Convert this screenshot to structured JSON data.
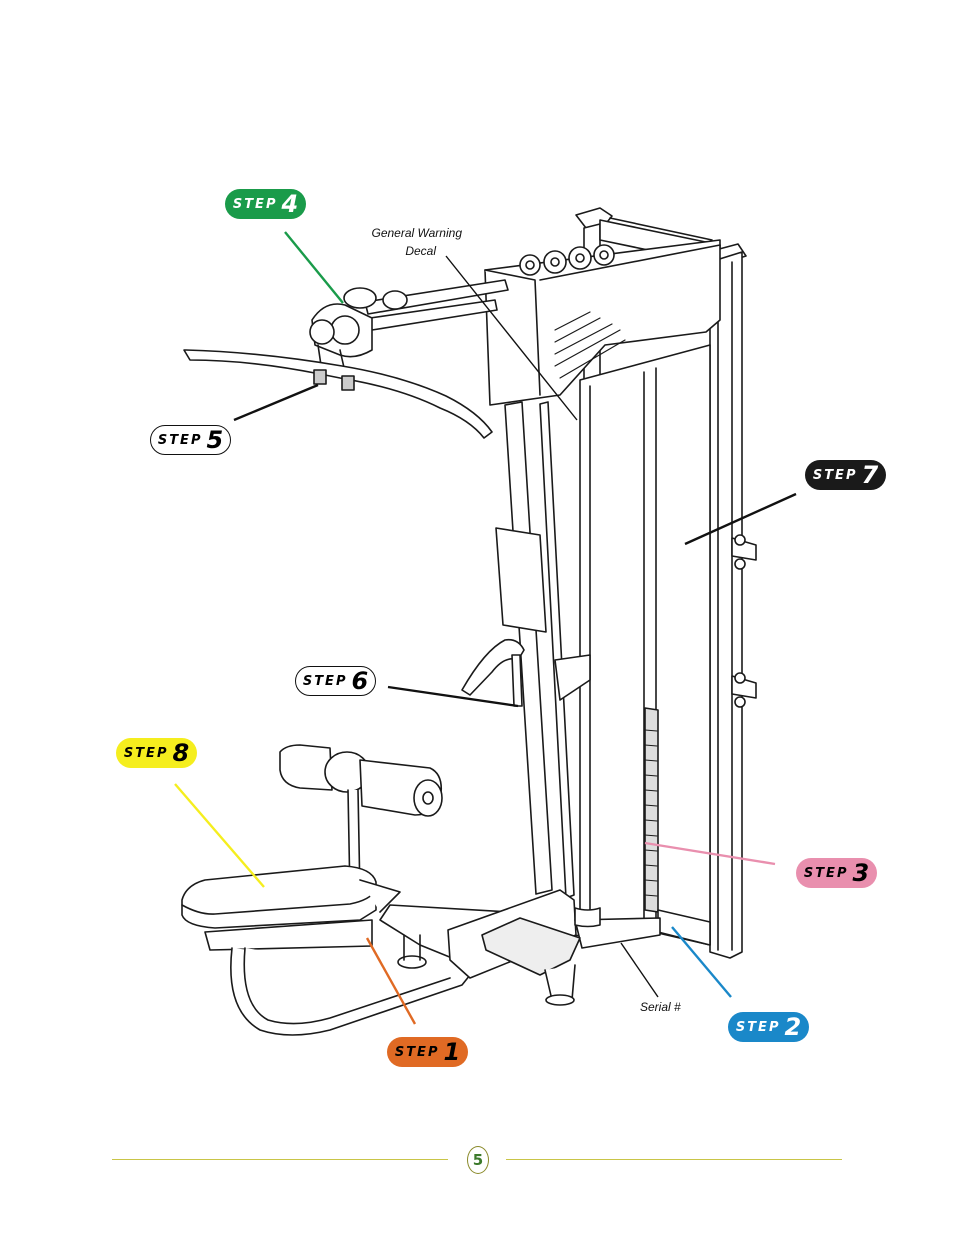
{
  "steps": [
    {
      "id": 1,
      "word": "STEP",
      "num": "1",
      "bg": "#e06a24",
      "fg": "#000000"
    },
    {
      "id": 2,
      "word": "STEP",
      "num": "2",
      "bg": "#1a88c9",
      "fg": "#ffffff"
    },
    {
      "id": 3,
      "word": "STEP",
      "num": "3",
      "bg": "#e98fae",
      "fg": "#000000"
    },
    {
      "id": 4,
      "word": "STEP",
      "num": "4",
      "bg": "#1a9b4a",
      "fg": "#ffffff"
    },
    {
      "id": 5,
      "word": "STEP",
      "num": "5",
      "bg": "#ffffff",
      "fg": "#000000"
    },
    {
      "id": 6,
      "word": "STEP",
      "num": "6",
      "bg": "#ffffff",
      "fg": "#000000"
    },
    {
      "id": 7,
      "word": "STEP",
      "num": "7",
      "bg": "#1a1a1a",
      "fg": "#ffffff"
    },
    {
      "id": 8,
      "word": "STEP",
      "num": "8",
      "bg": "#f5ee1e",
      "fg": "#000000"
    }
  ],
  "labels": {
    "warning_line1": "General Warning",
    "warning_line2": "Decal",
    "serial": "Serial #"
  },
  "footer": {
    "page_number": "5",
    "line_color": "#c9c548"
  }
}
